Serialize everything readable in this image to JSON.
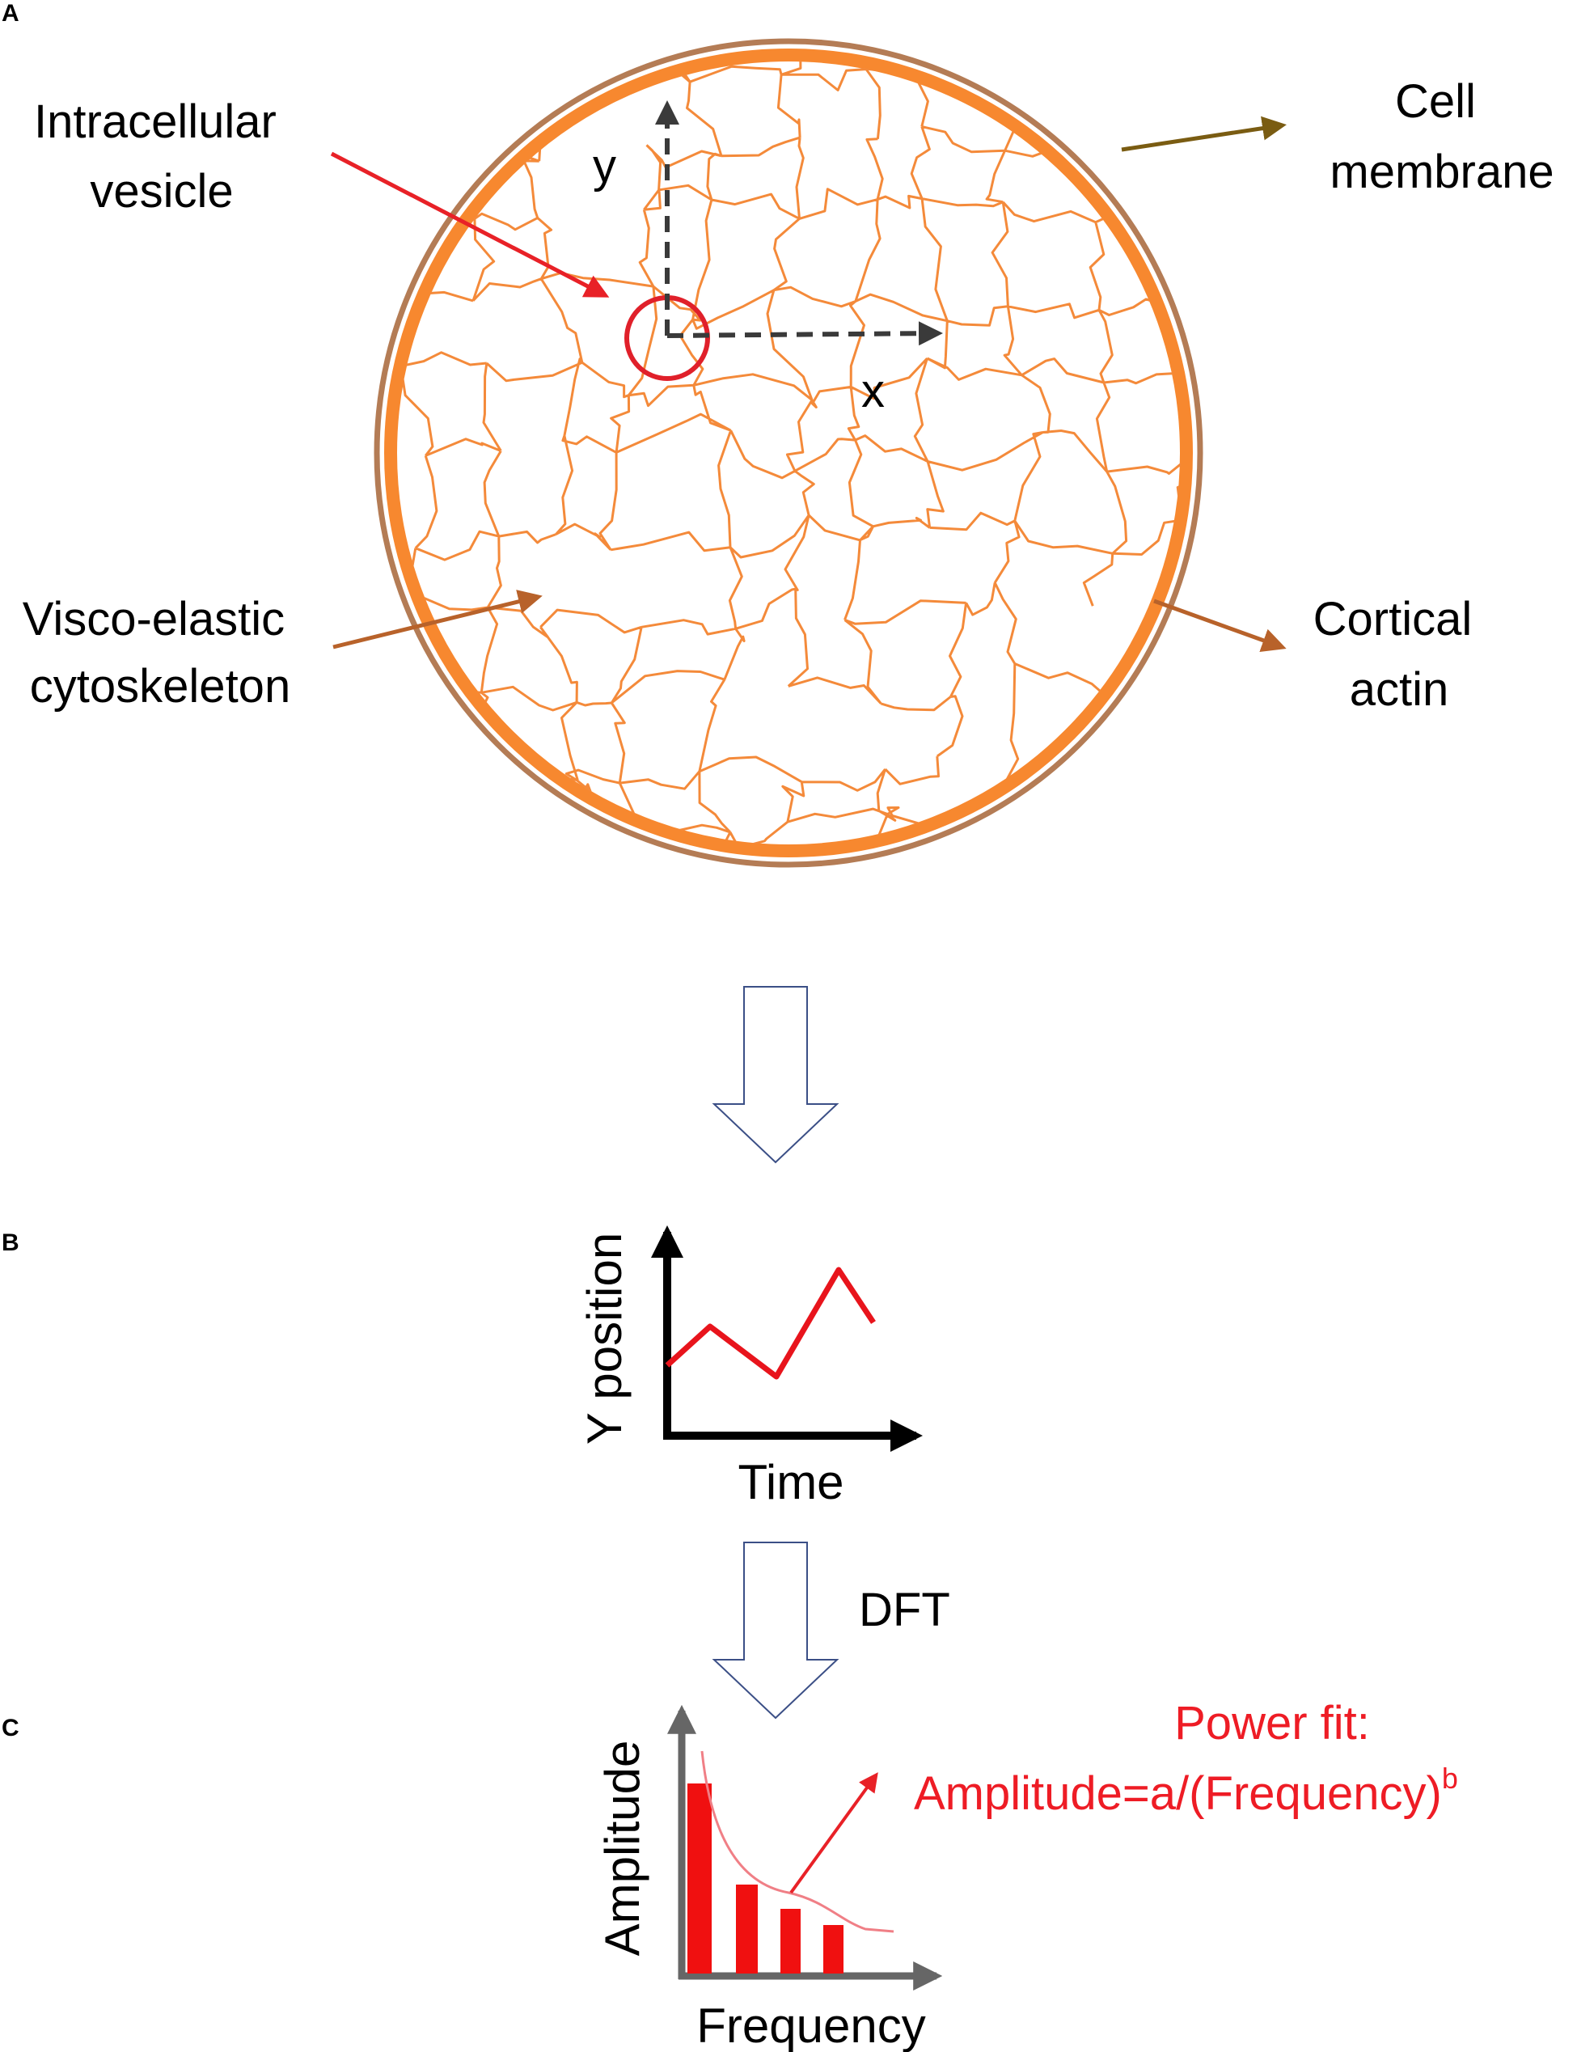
{
  "panels": {
    "a": "A",
    "b": "B",
    "c": "C"
  },
  "cell": {
    "vesicle_label": [
      "Intracellular",
      "vesicle"
    ],
    "membrane_label": [
      "Cell",
      "membrane"
    ],
    "cytoskeleton_label": [
      "Visco-elastic",
      "cytoskeleton"
    ],
    "cortical_label": [
      "Cortical",
      "actin"
    ],
    "x_axis": "x",
    "y_axis": "y"
  },
  "time_plot": {
    "xlabel": "Time",
    "ylabel": "Y position"
  },
  "transform_label": "DFT",
  "spectrum": {
    "xlabel": "Frequency",
    "ylabel": "Amplitude",
    "fit_title": "Power fit:",
    "fit_formula": "Amplitude=a/(Frequency)",
    "fit_exponent": "b"
  },
  "colors": {
    "actin": "#f7882f",
    "membrane": "#b47c55",
    "vesicle": "#e0202a",
    "fit": "#ee1c25",
    "arrow_outline": "#3b4f86"
  }
}
